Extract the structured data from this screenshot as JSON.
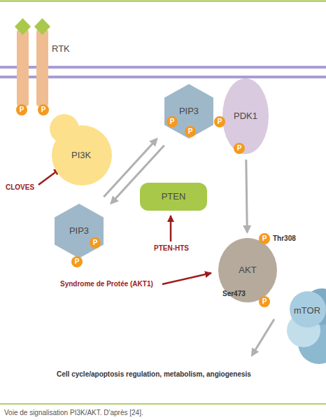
{
  "diagram": {
    "caption": "Voie de signalisation PI3K/AKT. D'après [24].",
    "nodes": [
      {
        "text": [
          "RTK"
        ]
      },
      {
        "text": [
          "P"
        ]
      },
      {
        "text": [
          "P"
        ]
      },
      {
        "text": [
          "PI3K"
        ]
      },
      {
        "text": [
          "PIP3"
        ]
      },
      {
        "text": [
          "P"
        ]
      },
      {
        "text": [
          "P"
        ]
      },
      {
        "text": [
          "P"
        ]
      },
      {
        "text": [
          "PDK1"
        ]
      },
      {
        "text": [
          "P"
        ]
      },
      {
        "text": [
          "PIP3"
        ]
      },
      {
        "text": [
          "P"
        ]
      },
      {
        "text": [
          "P"
        ]
      },
      {
        "text": [
          "PTEN"
        ]
      },
      {
        "text": [
          "AKT"
        ]
      },
      {
        "text": [
          "P"
        ]
      },
      {
        "text": [
          "P"
        ]
      },
      {
        "text": [
          "mTOR"
        ]
      }
    ],
    "edges": [
      {
        "from": 10,
        "to": 4,
        "arrow": "to"
      },
      {
        "from": 4,
        "to": 10,
        "arrow": "to"
      },
      {
        "from": 8,
        "to": 14,
        "arrow": "to"
      }
    ],
    "labels": [
      "CLOVES",
      "PTEN-HTS",
      "Syndrome de Protée (AKT1)",
      "Thr308",
      "Ser473",
      "Cell cycle/apoptosis regulation, metabolism, angiogenesis"
    ]
  }
}
